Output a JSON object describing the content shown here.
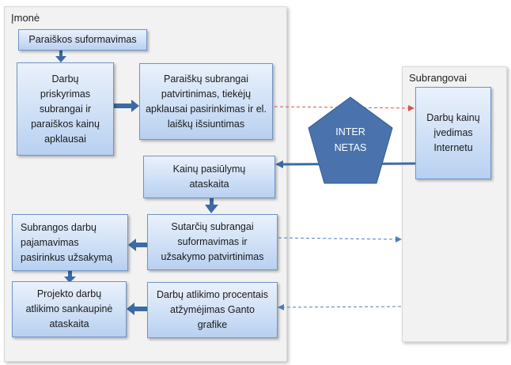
{
  "panels": {
    "company": "Įmonė",
    "subcontractors": "Subrangovai"
  },
  "boxes": {
    "b1": "Paraiškos suformavimas",
    "b2": "Darbų priskyrimas subrangai ir paraiškos kainų apklausai",
    "b3": "Paraiškų subrangai patvirtinimas, tiekėjų apklausai pasirinkimas ir el. laiškų išsiuntimas",
    "b4": "Kainų pasiūlymų ataskaita",
    "b5": "Sutarčių subrangai suformavimas ir užsakymo patvirtinimas",
    "b6": "Subrangos darbų pajamavimas pasirinkus užsakymą",
    "b7": "Projekto darbų atlikimo sankaupinė ataskaita",
    "b8": "Darbų atlikimo procentais atžymėjimas Ganto grafike",
    "b9": "Darbų kainų įvedimas Internetu"
  },
  "internet": {
    "line1": "INTER",
    "line2": "NETAS"
  },
  "colors": {
    "panel": "#f2f2f2",
    "box_border": "#6f95c8",
    "arrow": "#3d6aa5",
    "pentagon": "#4a73ad",
    "dashed_red": "#d9534f",
    "dashed_blue": "#4a7dc4"
  }
}
